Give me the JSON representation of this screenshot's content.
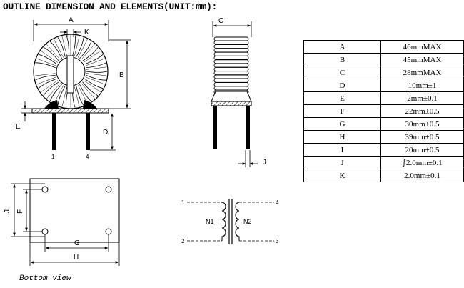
{
  "title": "OUTLINE DIMENSION AND ELEMENTS(UNIT:mm):",
  "bottom_caption": "Bottom view",
  "labels": {
    "dim_a": "A",
    "dim_b": "B",
    "dim_c": "C",
    "dim_d": "D",
    "dim_e": "E",
    "dim_f": "F",
    "dim_g": "G",
    "dim_h": "H",
    "dim_j_side": "J",
    "dim_j_bottom": "J",
    "dim_k": "K",
    "pin_1": "1",
    "pin_4": "4",
    "sch_1": "1",
    "sch_2": "2",
    "sch_3": "3",
    "sch_4": "4",
    "n1": "N1",
    "n2": "N2"
  },
  "spec_table": {
    "rows": [
      {
        "key": "A",
        "value": "46mmMAX"
      },
      {
        "key": "B",
        "value": "45mmMAX"
      },
      {
        "key": "C",
        "value": "28mmMAX"
      },
      {
        "key": "D",
        "value": "10mm±1"
      },
      {
        "key": "E",
        "value": "2mm±0.1"
      },
      {
        "key": "F",
        "value": "22mm±0.5"
      },
      {
        "key": "G",
        "value": "30mm±0.5"
      },
      {
        "key": "H",
        "value": "39mm±0.5"
      },
      {
        "key": "I",
        "value": "20mm±0.5"
      },
      {
        "key": "J",
        "value": "∮2.0mm±0.1"
      },
      {
        "key": "K",
        "value": "2.0mm±0.1"
      }
    ]
  }
}
